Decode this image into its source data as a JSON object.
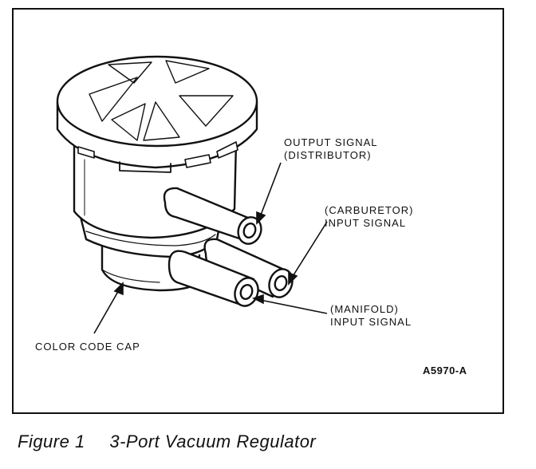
{
  "labels": {
    "output_signal": [
      "OUTPUT SIGNAL",
      "(DISTRIBUTOR)"
    ],
    "carburetor_input": [
      "(CARBURETOR)",
      "INPUT SIGNAL"
    ],
    "manifold_input": [
      "(MANIFOLD)",
      "INPUT SIGNAL"
    ],
    "color_code_cap": "COLOR CODE CAP"
  },
  "drawing_code": "A5970-A",
  "caption": {
    "number": "Figure 1",
    "title": "3-Port Vacuum Regulator"
  }
}
